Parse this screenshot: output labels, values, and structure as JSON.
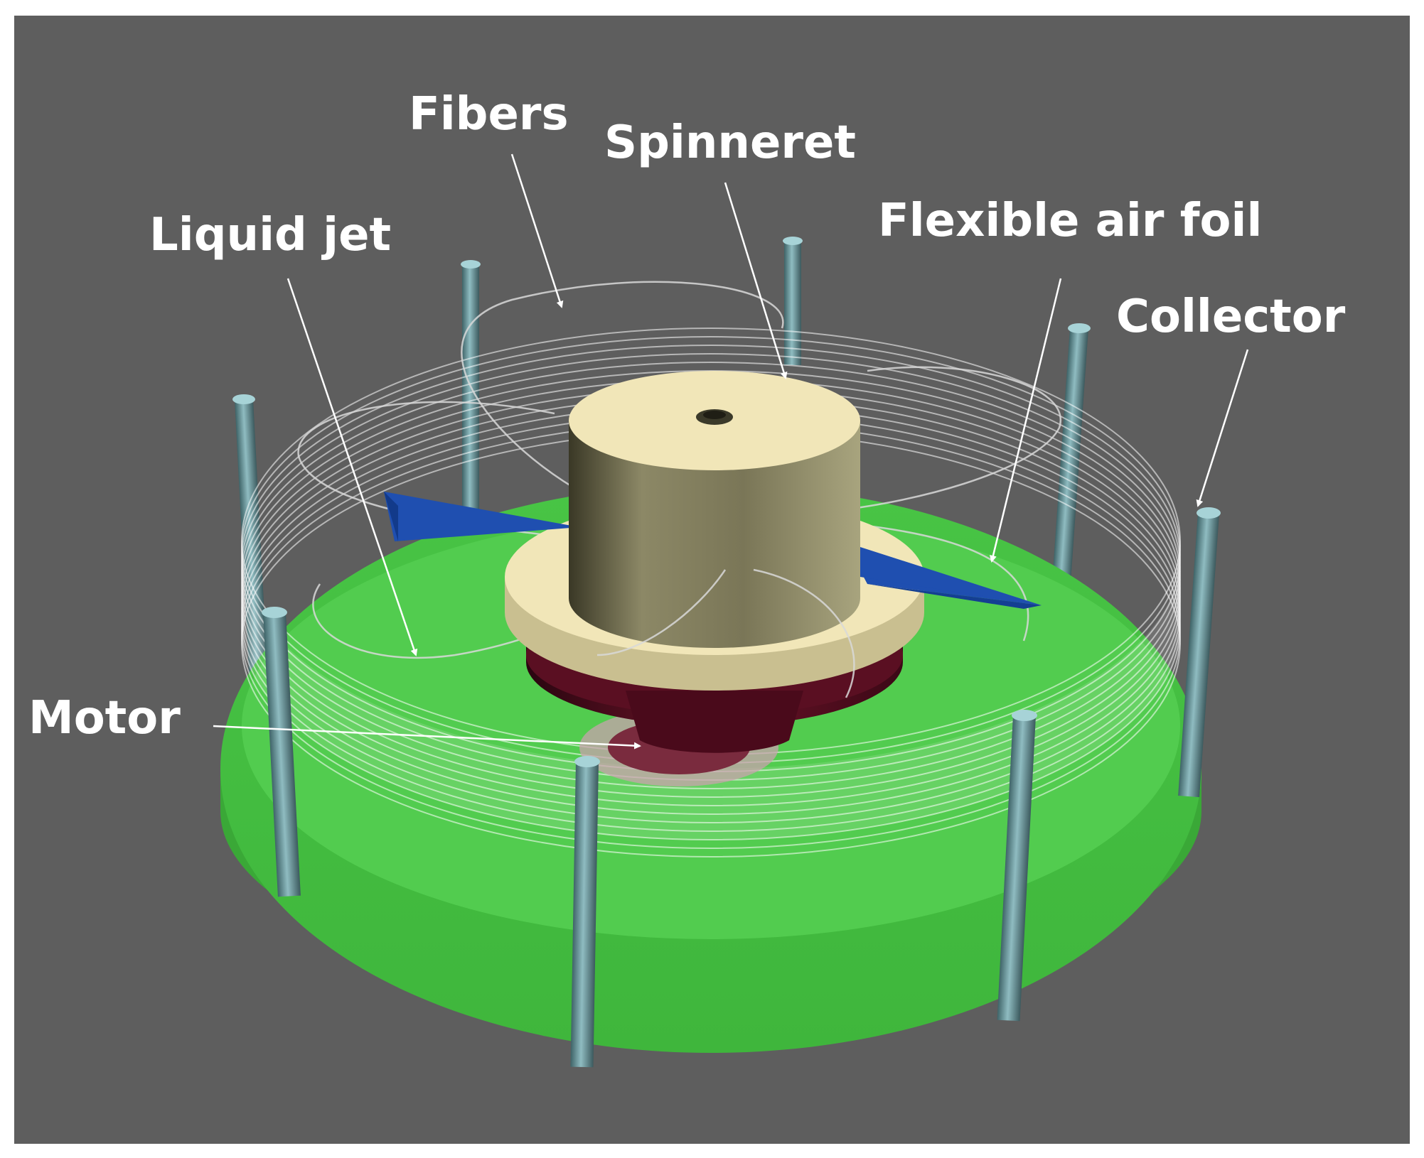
{
  "labels": {
    "fibers": "Fibers",
    "spinneret": "Spinneret",
    "flexible_air_foil": "Flexible air foil",
    "liquid_jet": "Liquid jet",
    "collector": "Collector",
    "motor": "Motor"
  },
  "colors": {
    "background": "#5e5e5e",
    "base_green": "#4fc94c",
    "spinneret_top": "#f1e6b8",
    "spinneret_side": "#7d7a5a",
    "airfoil_blue": "#1f4fb0",
    "motor_dark_red": "#5a0f22",
    "collector_rod": "#6d9aa0",
    "fiber_white": "#ffffff"
  },
  "collector_rod_count": 8
}
